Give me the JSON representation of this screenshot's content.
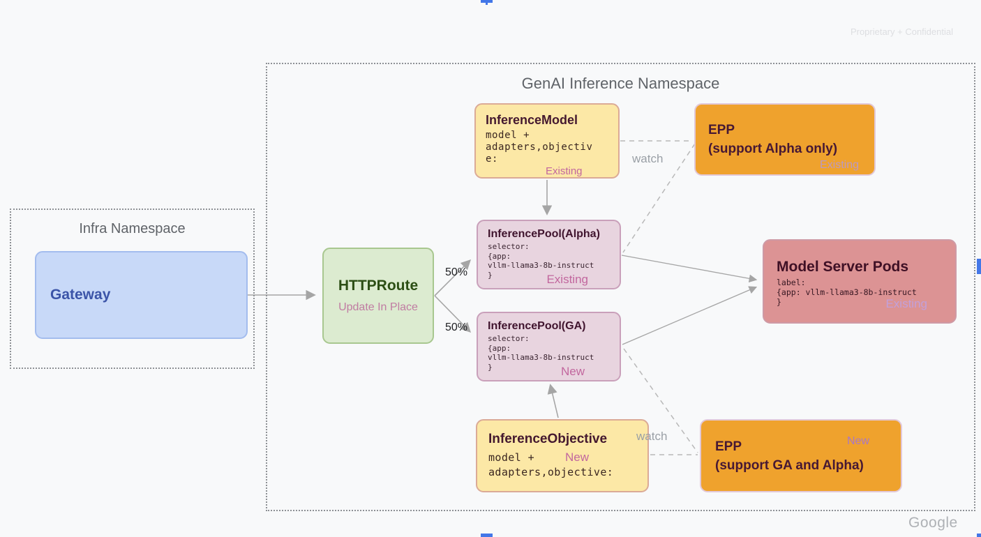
{
  "meta": {
    "confidential": "Proprietary + Confidential",
    "brand": "Google"
  },
  "colors": {
    "background": "#f8f9fa",
    "yellow_node": "#fce8a6",
    "orange_node": "#efa22d",
    "pink_node": "#e8d4df",
    "red_node": "#dc9394",
    "blue_node": "#c8d9f8",
    "green_node": "#dcebd0",
    "status_pink": "#c2679e",
    "status_lavender": "#c2a0da",
    "gateway_text": "#3b54a8",
    "httproute_text": "#2c4e14",
    "marker_blue": "#4377e8"
  },
  "infra_namespace": {
    "title": "Infra Namespace",
    "gateway": {
      "title": "Gateway"
    }
  },
  "genai_namespace": {
    "title": "GenAI Inference Namespace",
    "nodes": {
      "httproute": {
        "title": "HTTPRoute",
        "subtitle": "Update In Place"
      },
      "inference_model": {
        "title": "InferenceModel",
        "code": "model +\nadapters,objectiv\ne:",
        "status": "Existing"
      },
      "epp_alpha": {
        "title": "EPP",
        "subtitle": "(support Alpha only)",
        "status": "Existing"
      },
      "pool_alpha": {
        "title": "InferencePool(Alpha)",
        "code": "selector:\n{app:\nvllm-llama3-8b-instruct\n}",
        "status": "Existing"
      },
      "pool_ga": {
        "title": "InferencePool(GA)",
        "code": "selector:\n{app:\nvllm-llama3-8b-instruct\n}",
        "status": "New"
      },
      "model_server_pods": {
        "title": "Model Server Pods",
        "code": "label:\n{app: vllm-llama3-8b-instruct\n}",
        "status": "Existing"
      },
      "inference_objective": {
        "title": "InferenceObjective",
        "code_line1": "model +",
        "code_line2": "adapters,objective:",
        "status": "New"
      },
      "epp_ga": {
        "title": "EPP",
        "subtitle": "(support GA and Alpha)",
        "status": "New"
      }
    },
    "edges": {
      "split_top": "50%",
      "split_bottom": "50%",
      "watch_top": "watch",
      "watch_bottom": "watch"
    }
  }
}
